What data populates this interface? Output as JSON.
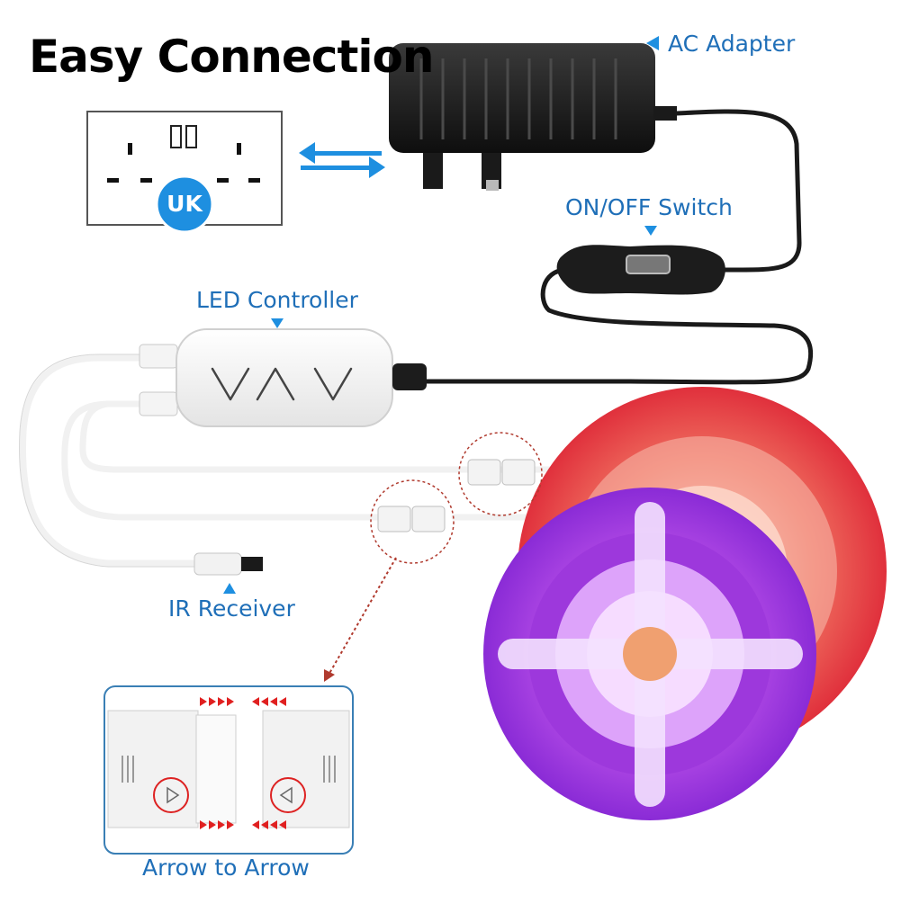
{
  "title": "Easy Connection",
  "labels": {
    "ac_adapter": "AC Adapter",
    "on_off_switch": "ON/OFF Switch",
    "led_controller": "LED Controller",
    "ir_receiver": "IR Receiver",
    "arrow_to_arrow": "Arrow to Arrow",
    "socket_region": "UK"
  },
  "colors": {
    "label_blue": "#1f6fb8",
    "badge_blue": "#1e8fe0",
    "adapter_black": "#1b1b1b",
    "cable_white": "#f3f3f3",
    "inset_border": "#3a7fb5",
    "arrow_red": "#e02020",
    "strip_purple": "#c455f0",
    "strip_red": "#f04a4a"
  },
  "icons": {
    "label_pointer": "triangle-pointer-icon",
    "connector_arrow": "triangle-arrow-icon",
    "plug_direction": "double-arrow-icon"
  }
}
